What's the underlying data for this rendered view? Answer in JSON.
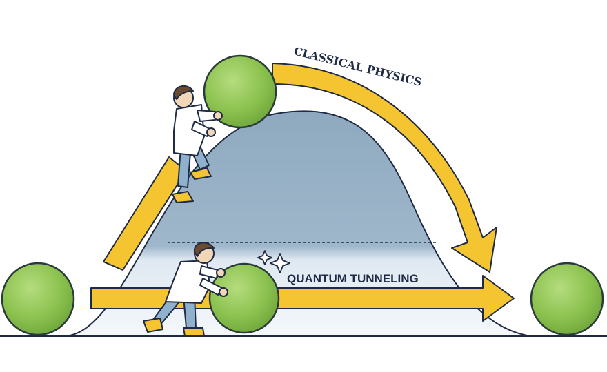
{
  "labels": {
    "classical": "CLASSICAL PHYSICS",
    "quantum": "QUANTUM TUNNELING"
  },
  "colors": {
    "ball": "#8cc24f",
    "ball_outline": "#2a3a3a",
    "arrow": "#f5c531",
    "barrier_top": "#8ea9bf",
    "barrier_bottom": "#e9f0f6",
    "outline": "#1f2a44",
    "coat": "#ffffff",
    "pants": "#8fb1cc",
    "shoes": "#f5c531",
    "hair": "#6b4a2f",
    "skin": "#f2d6b8"
  },
  "icons": [
    "ball",
    "scientist",
    "sparkle",
    "arrow"
  ]
}
